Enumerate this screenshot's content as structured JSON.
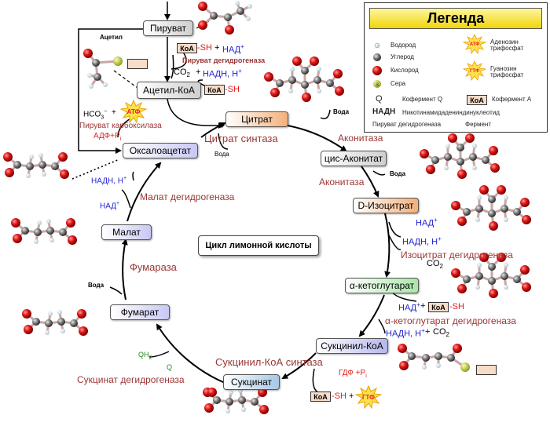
{
  "colors": {
    "enzyme": "#9c3535",
    "nad": "#1f1fd0",
    "atp": "#e02020",
    "q": "#1d8a1d"
  },
  "title": "Цикл лимонной кислоты",
  "metabolites": {
    "pyruvate": "Пируват",
    "acetyl_coa": "Ацетил-КоА",
    "citrate": "Цитрат",
    "cis_aconitate": "цис-Аконитат",
    "isocitrate": "D-Изоцитрат",
    "alpha_kg": "α-кетоглутарат",
    "succinyl_coa": "Сукцинил-КоА",
    "succinate": "Сукцинат",
    "fumarate": "Фумарат",
    "malate": "Малат",
    "oxaloacetate": "Оксалоацетат"
  },
  "enzymes": {
    "pyruvate_dh": "Пируват дегидрогеназа",
    "pyruvate_carboxylase": "Пируват карбоксилаза",
    "citrate_synthase": "Цитрат синтаза",
    "aconitase_1": "Аконитаза",
    "aconitase_2": "Аконитаза",
    "isocitrate_dh": "Изоцитрат дегидрогеназа",
    "akg_dh": "α-кетоглутарат дегидрогеназа",
    "succinyl_coa_synthase": "Сукцинил-КоА синтаза",
    "succinate_dh": "Сукцинат дегидрогеназа",
    "fumarase": "Фумараза",
    "malate_dh": "Малат дегидрогеназа"
  },
  "labels": {
    "acetyl": "Ацетил",
    "koa": "КоА",
    "sh": "-SH",
    "plus": "+",
    "nad": "НАД",
    "nadh": "НАДН, Н",
    "sup_plus": "+",
    "co2": "CO",
    "sub2": "2",
    "water": "Вода",
    "hco3": "HCO",
    "sub3": "3",
    "sup_minus": "−",
    "atf": "АТФ",
    "adf": "АДФ+Р",
    "sub_i": "i",
    "gdf": "ГДФ +Р",
    "gtf": "ГТФ",
    "fadh2": "QH",
    "q": "Q"
  },
  "legend": {
    "title": "Легенда",
    "hydrogen": "Водород",
    "carbon": "Углерод",
    "oxygen": "Кислород",
    "sulfur": "Сера",
    "sulfur_symbol": "S",
    "atp_name": "Аденозин трифосфат",
    "gtp_name": "Гуанозин трифосфат",
    "atp_symbol": "АТФ",
    "gtp_symbol": "ГТФ",
    "q_symbol": "Q",
    "q_name": "Кофермент Q",
    "koa_symbol": "КоА",
    "koa_name": "Кофермент А",
    "nadh_symbol": "НАДН",
    "nadh_name": "Никотинамидадениндинуклеотид",
    "enzyme_example": "Пируват дегидрогеназа",
    "enzyme_name": "Фермент"
  }
}
